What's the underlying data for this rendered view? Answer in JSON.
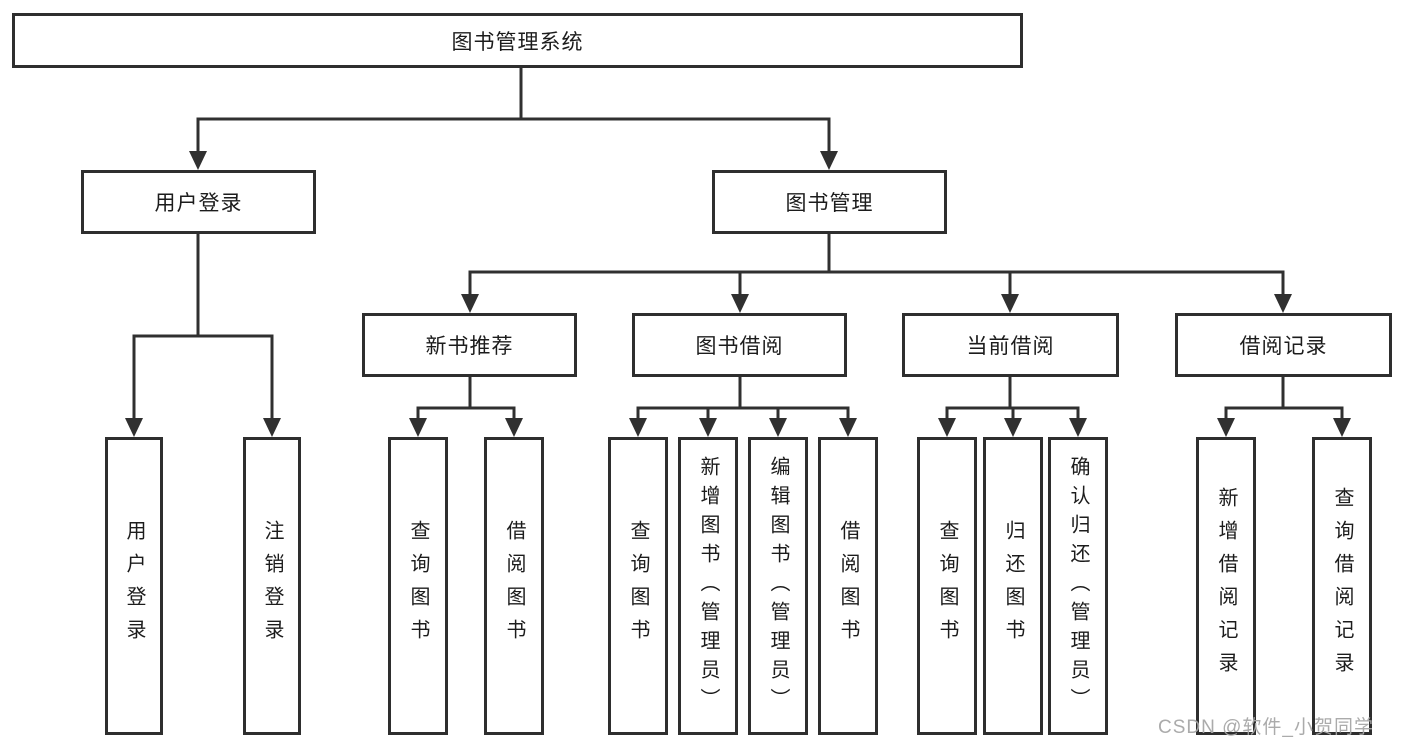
{
  "tree": {
    "root": "图书管理系统",
    "branches": [
      {
        "label": "用户登录",
        "children": [
          "用户登录",
          "注销登录"
        ]
      },
      {
        "label": "图书管理",
        "groups": [
          {
            "label": "新书推荐",
            "children": [
              "查询图书",
              "借阅图书"
            ]
          },
          {
            "label": "图书借阅",
            "children": [
              "查询图书",
              "新增图书（管理员）",
              "编辑图书（管理员）",
              "借阅图书"
            ]
          },
          {
            "label": "当前借阅",
            "children": [
              "查询图书",
              "归还图书",
              "确认归还（管理员）"
            ]
          },
          {
            "label": "借阅记录",
            "children": [
              "新增借阅记录",
              "查询借阅记录"
            ]
          }
        ]
      }
    ]
  },
  "colors": {
    "line": "#303030",
    "border": "#2e2e2e",
    "text": "#1c1c1c",
    "watermark": "#a7a7a7"
  },
  "watermark": "CSDN @软件_小贺同学"
}
